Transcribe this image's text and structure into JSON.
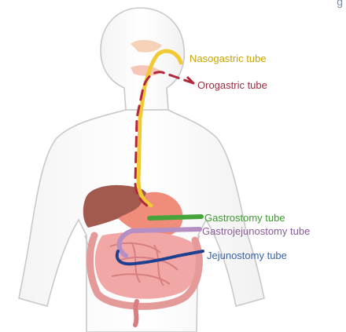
{
  "labels": {
    "nasogastric": "Nasogastric tube",
    "orogastric": "Orogastric tube",
    "gastrostomy": "Gastrostomy tube",
    "gastrojejunostomy": "Gastrojejunostomy tube",
    "jejunostomy": "Jejunostomy tube"
  },
  "corner_text": "g",
  "colors": {
    "nasogastric": "#f1c933",
    "orogastric": "#b1273b",
    "gastrostomy": "#47a43a",
    "gastrojejunostomy": "#b58fc4",
    "jejunostomy": "#1f3f8f",
    "body_outline": "#c9c9c9",
    "liver": "#a35a4e",
    "stomach": "#f08c7a",
    "intestines": "#f2a7a7"
  }
}
